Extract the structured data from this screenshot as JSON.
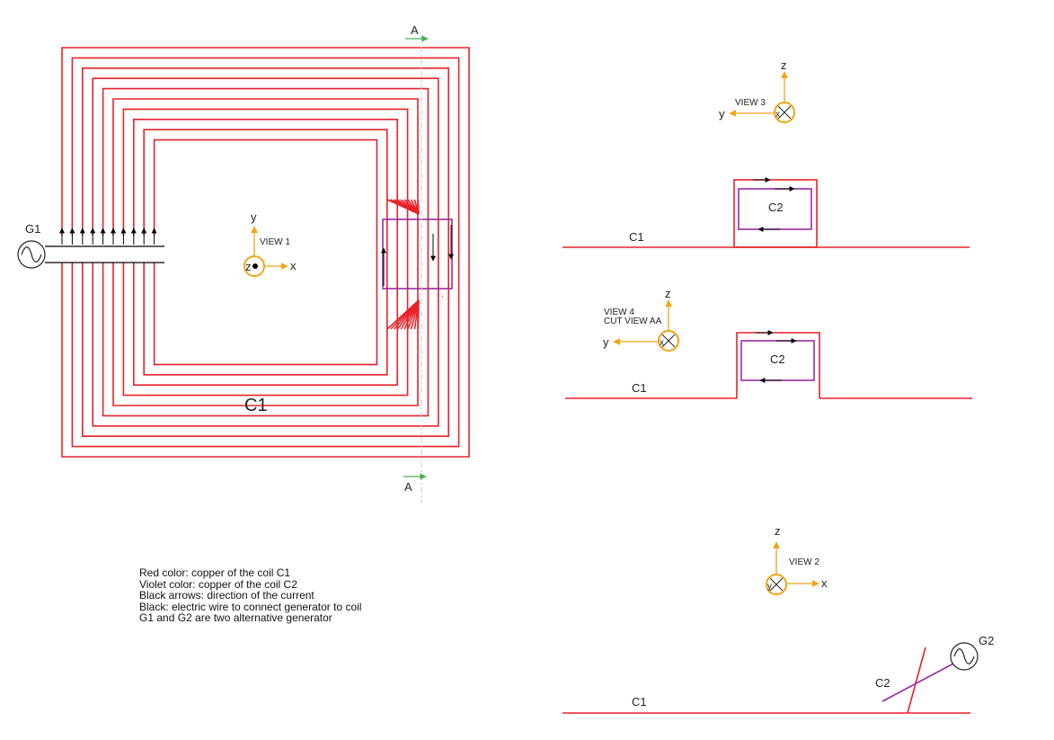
{
  "section_markers": {
    "top": "A",
    "bottom": "A"
  },
  "generators": {
    "g1": "G1",
    "g2": "G2"
  },
  "coils": {
    "c1_main": "C1",
    "c1_view3": "C1",
    "c1_view4": "C1",
    "c1_view2": "C1",
    "c2_view3": "C2",
    "c2_view4": "C2",
    "c2_view2": "C2"
  },
  "views": {
    "view1": {
      "title": "VIEW 1",
      "axis_a": "y",
      "axis_b": "x",
      "axis_center": "z"
    },
    "view3": {
      "title": "VIEW 3",
      "axis_a": "z",
      "axis_b": "y",
      "axis_center": "x"
    },
    "view4": {
      "title": "VIEW 4",
      "subtitle": "CUT VIEW AA",
      "axis_a": "z",
      "axis_b": "y",
      "axis_center": "x"
    },
    "view2": {
      "title": "VIEW 2",
      "axis_a": "z",
      "axis_b": "x",
      "axis_center": "y"
    }
  },
  "legend": [
    "Red color: copper of the coil C1",
    "Violet color: copper of the coil C2",
    "Black arrows: direction of the current",
    "Black: electric wire to connect generator to coil",
    "G1 and G2 are two alternative generator"
  ],
  "colors": {
    "copper_c1": "#e8222a",
    "copper_c2": "#9b2ba0",
    "wire": "#000000",
    "axis": "#f2a516",
    "section_arrow": "#4caf50"
  }
}
